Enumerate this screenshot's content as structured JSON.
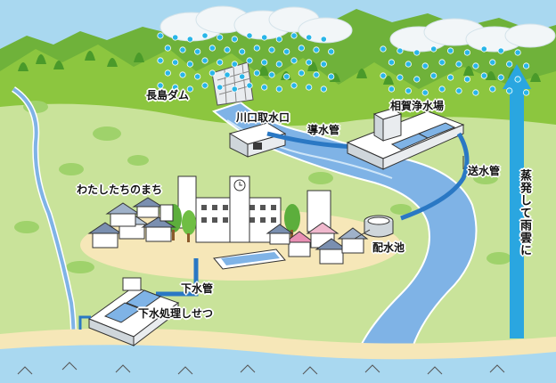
{
  "labels": {
    "dam": "長島ダム",
    "intake": "川口取水口",
    "conduit": "導水管",
    "purification": "相賀浄水場",
    "transmission": "送水管",
    "town": "わたしたちのまち",
    "reservoir": "配水池",
    "sewer": "下水管",
    "sewage_plant": "下水処理しせつ",
    "evaporation": "蒸発して雨雲に"
  },
  "colors": {
    "mountain": "#8cc63f",
    "mountain_dark": "#4a9a2a",
    "ground": "#c9e39a",
    "river": "#7fb3e6",
    "pipe": "#2a78c4",
    "rain_drop": "#29b6e8",
    "cloud": "#f2f6f8",
    "sand": "#f6e7b8",
    "arrow": "#2aa6e0"
  },
  "icons": [
    "rain-cloud-icon",
    "dam-icon",
    "intake-building-icon",
    "purification-plant-icon",
    "reservoir-tank-icon",
    "school-building-icon",
    "house-icon",
    "sewage-plant-icon",
    "up-arrow-icon"
  ]
}
